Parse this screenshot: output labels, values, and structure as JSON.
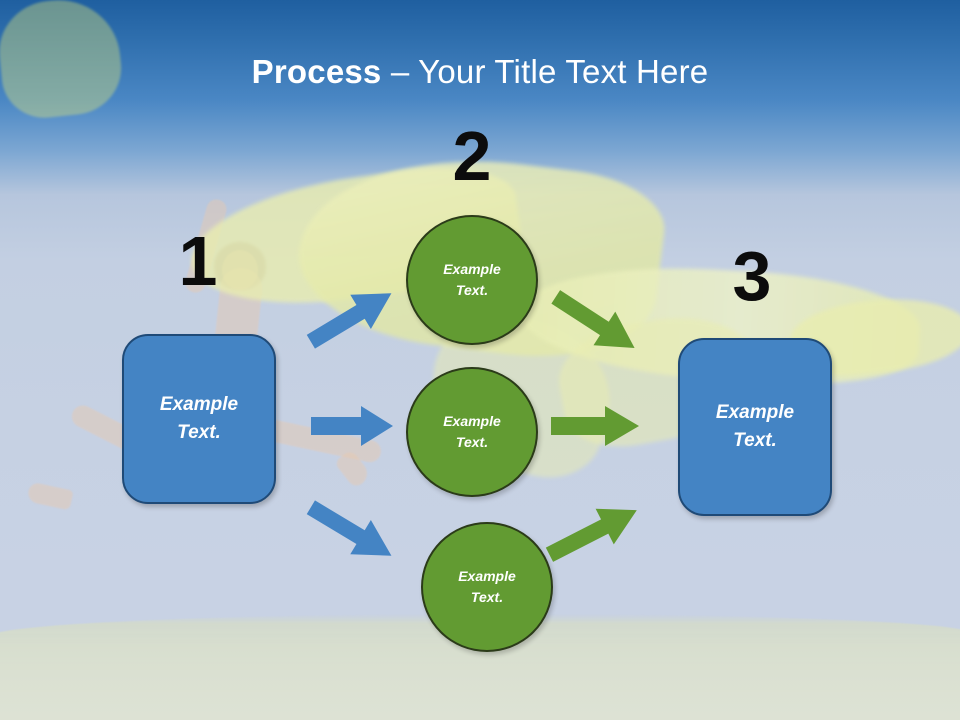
{
  "slide": {
    "title_bold": "Process",
    "title_rest": " – Your Title Text Here",
    "title_full": "Process – Your Title Text Here"
  },
  "colors": {
    "blue_fill": "#4484C4",
    "blue_border": "#1F4A77",
    "green_fill": "#629B32",
    "green_border": "#2B3B19",
    "blue_arrow": "#4484C4",
    "green_arrow": "#629B32",
    "title_text": "#FFFFFF",
    "number_text": "#0C0C0C",
    "sky_top": "#1F5FA0",
    "sky_bottom": "#C8D2E4",
    "fabric": "#E9EDB0"
  },
  "steps": [
    {
      "number": "1",
      "label": "Example\nText."
    },
    {
      "number": "2",
      "label": "Example\nText."
    },
    {
      "number": "3",
      "label": "Example\nText."
    }
  ],
  "nodes": {
    "start_box": {
      "line1": "Example",
      "line2": "Text."
    },
    "end_box": {
      "line1": "Example",
      "line2": "Text."
    },
    "circle_top": {
      "line1": "Example",
      "line2": "Text."
    },
    "circle_middle": {
      "line1": "Example",
      "line2": "Text."
    },
    "circle_bottom": {
      "line1": "Example",
      "line2": "Text."
    }
  },
  "arrows": [
    {
      "name": "arrow-start-to-circle-top",
      "color": "#4484C4",
      "direction": "up-right"
    },
    {
      "name": "arrow-start-to-circle-middle",
      "color": "#4484C4",
      "direction": "right"
    },
    {
      "name": "arrow-start-to-circle-bottom",
      "color": "#4484C4",
      "direction": "down-right"
    },
    {
      "name": "arrow-circle-top-to-end",
      "color": "#629B32",
      "direction": "down-right"
    },
    {
      "name": "arrow-circle-middle-to-end",
      "color": "#629B32",
      "direction": "right"
    },
    {
      "name": "arrow-circle-bottom-to-end",
      "color": "#629B32",
      "direction": "up-right"
    }
  ],
  "background": {
    "description": "faded photo of leaping woman holding flowing yellow-green fabric over a grass field and blue sky"
  }
}
